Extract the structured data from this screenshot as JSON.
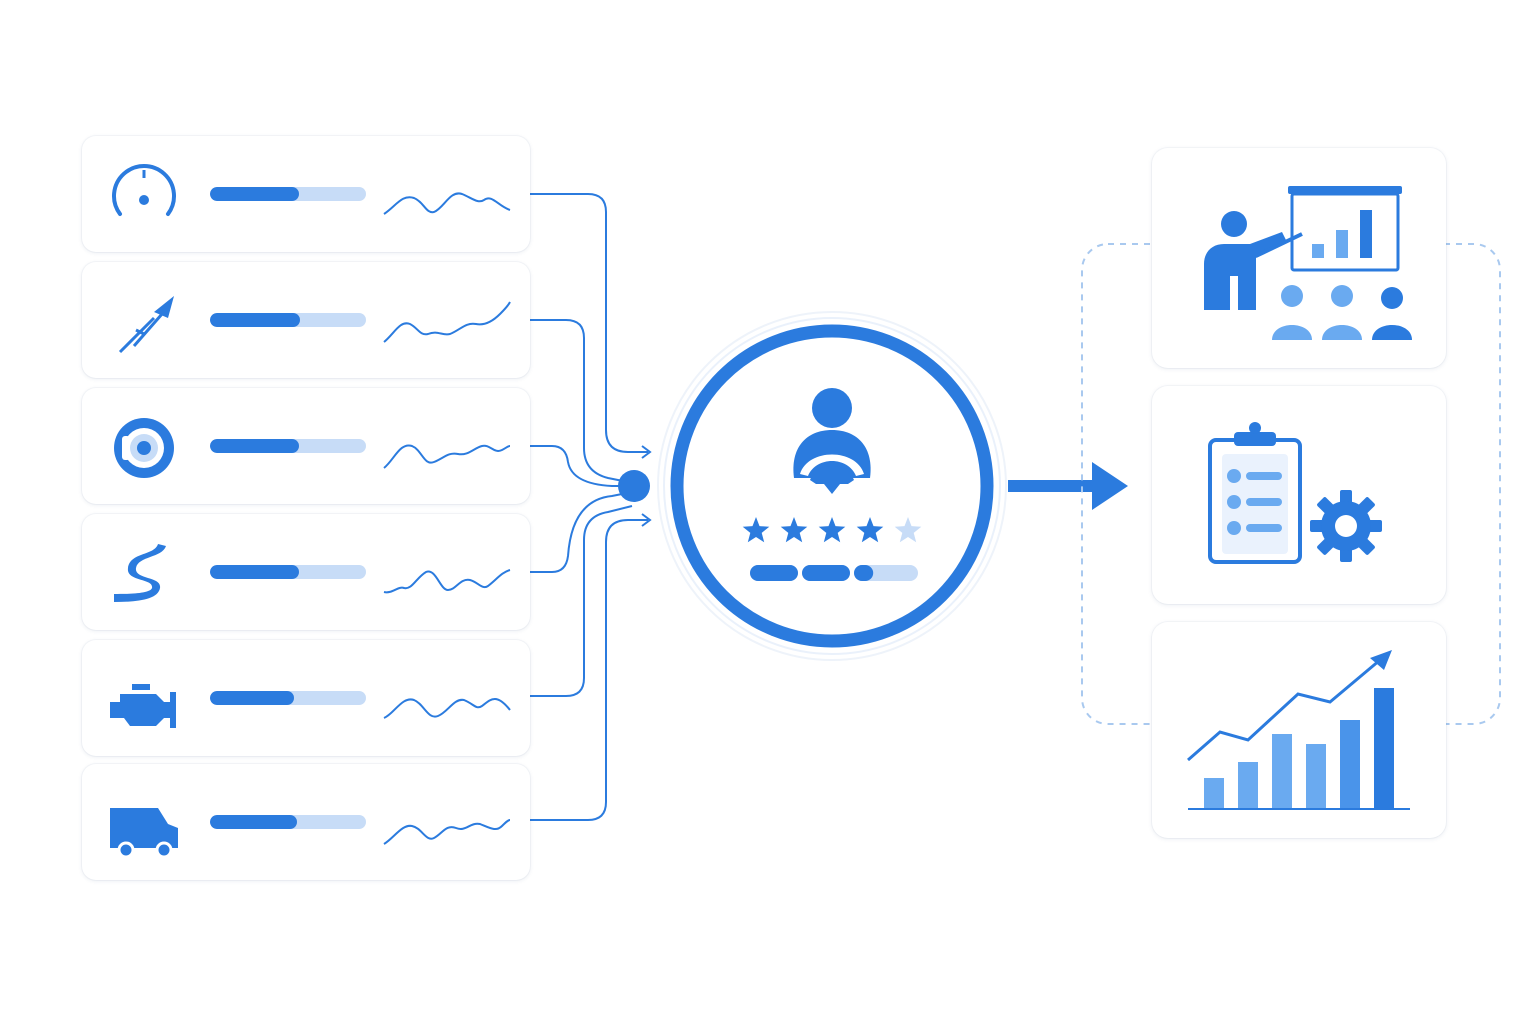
{
  "colors": {
    "primary": "#2b7bde",
    "light": "#c7dcf7",
    "medium": "#6aaaf0",
    "dashed": "#a9c9ef"
  },
  "inputs": [
    {
      "icon": "speedometer-icon",
      "level": 0.57
    },
    {
      "icon": "acceleration-arrow-icon",
      "level": 0.58
    },
    {
      "icon": "brake-disc-icon",
      "level": 0.57
    },
    {
      "icon": "winding-road-icon",
      "level": 0.57
    },
    {
      "icon": "engine-icon",
      "level": 0.54
    },
    {
      "icon": "delivery-van-icon",
      "level": 0.56
    }
  ],
  "driver_score": {
    "icon": "driver-steering-wheel-icon",
    "stars_filled": 4,
    "stars_total": 5,
    "segments_filled": 2.4,
    "segments_total": 3
  },
  "outputs": [
    {
      "icon": "training-presentation-icon"
    },
    {
      "icon": "checklist-settings-icon"
    },
    {
      "icon": "growth-chart-icon"
    }
  ]
}
